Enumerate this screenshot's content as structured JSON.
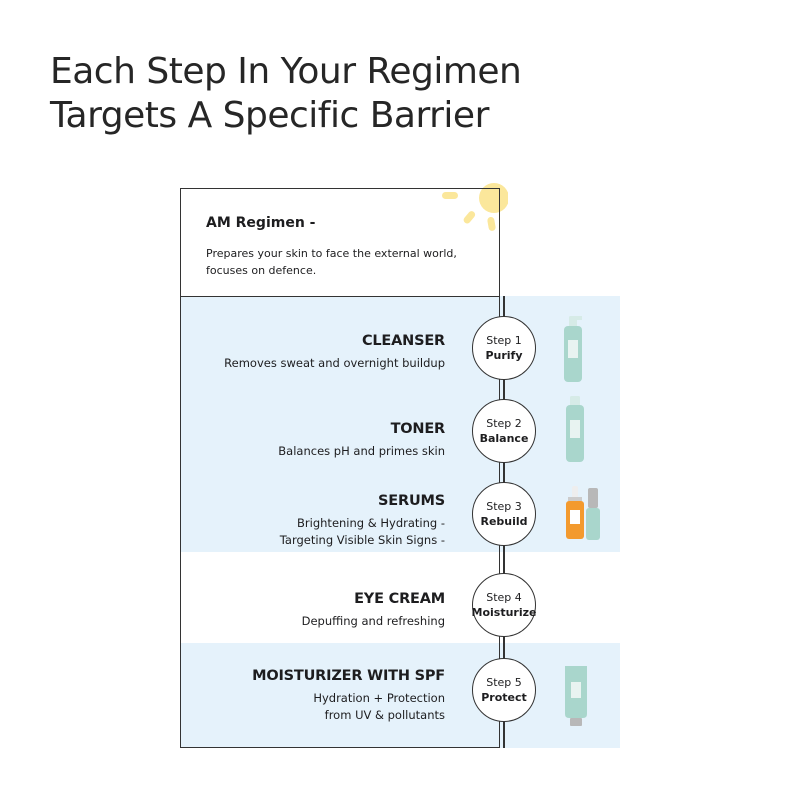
{
  "headline": {
    "line1": "Each Step In Your Regimen",
    "line2": "Targets A Specific Barrier"
  },
  "regimen": {
    "title": "AM Regimen -",
    "description": "Prepares your skin to face the external world, focuses on defence."
  },
  "steps": [
    {
      "name": "CLEANSER",
      "desc_line1": "Removes sweat and overnight buildup",
      "desc_line2": "",
      "step_label": "Step 1",
      "verb": "Purify"
    },
    {
      "name": "TONER",
      "desc_line1": "Balances pH and primes skin",
      "desc_line2": "",
      "step_label": "Step 2",
      "verb": "Balance"
    },
    {
      "name": "SERUMS",
      "desc_line1": "Brightening & Hydrating -",
      "desc_line2": "Targeting Visible Skin Signs -",
      "step_label": "Step 3",
      "verb": "Rebuild"
    },
    {
      "name": "EYE CREAM",
      "desc_line1": "Depuffing and refreshing",
      "desc_line2": "",
      "step_label": "Step 4",
      "verb": "Moisturize"
    },
    {
      "name": "MOISTURIZER WITH SPF",
      "desc_line1": "Hydration + Protection",
      "desc_line2": "from UV & pollutants",
      "step_label": "Step 5",
      "verb": "Protect"
    }
  ],
  "colors": {
    "band": "#e5f2fb",
    "sun": "#fbe79b",
    "product": "#a9d6cc"
  }
}
